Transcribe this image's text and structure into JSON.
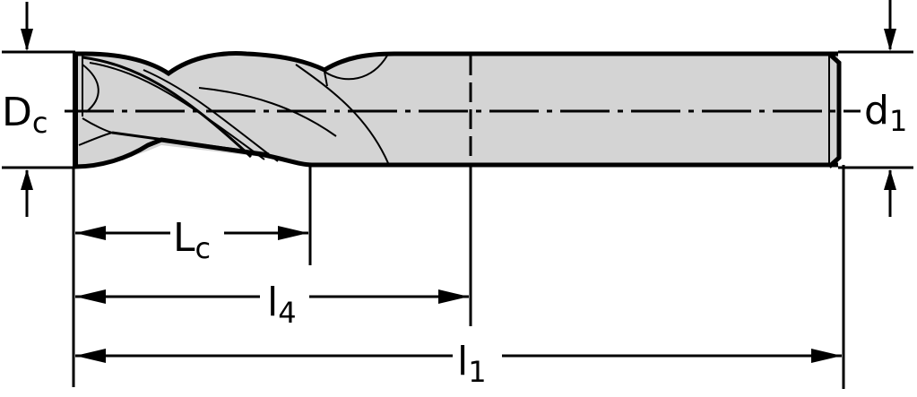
{
  "diagram": {
    "subject": "End mill (3-flute) dimension drawing",
    "colors": {
      "body_fill": "#d4d4d4",
      "line": "#000000",
      "background": "#ffffff"
    },
    "labels": {
      "cutting_diameter": {
        "main": "D",
        "sub": "c"
      },
      "shank_diameter": {
        "main": "d",
        "sub": "1"
      },
      "cutting_length": {
        "main": "L",
        "sub": "c"
      },
      "usable_length": {
        "main": "l",
        "sub": "4"
      },
      "overall_length": {
        "main": "l",
        "sub": "1"
      }
    }
  }
}
